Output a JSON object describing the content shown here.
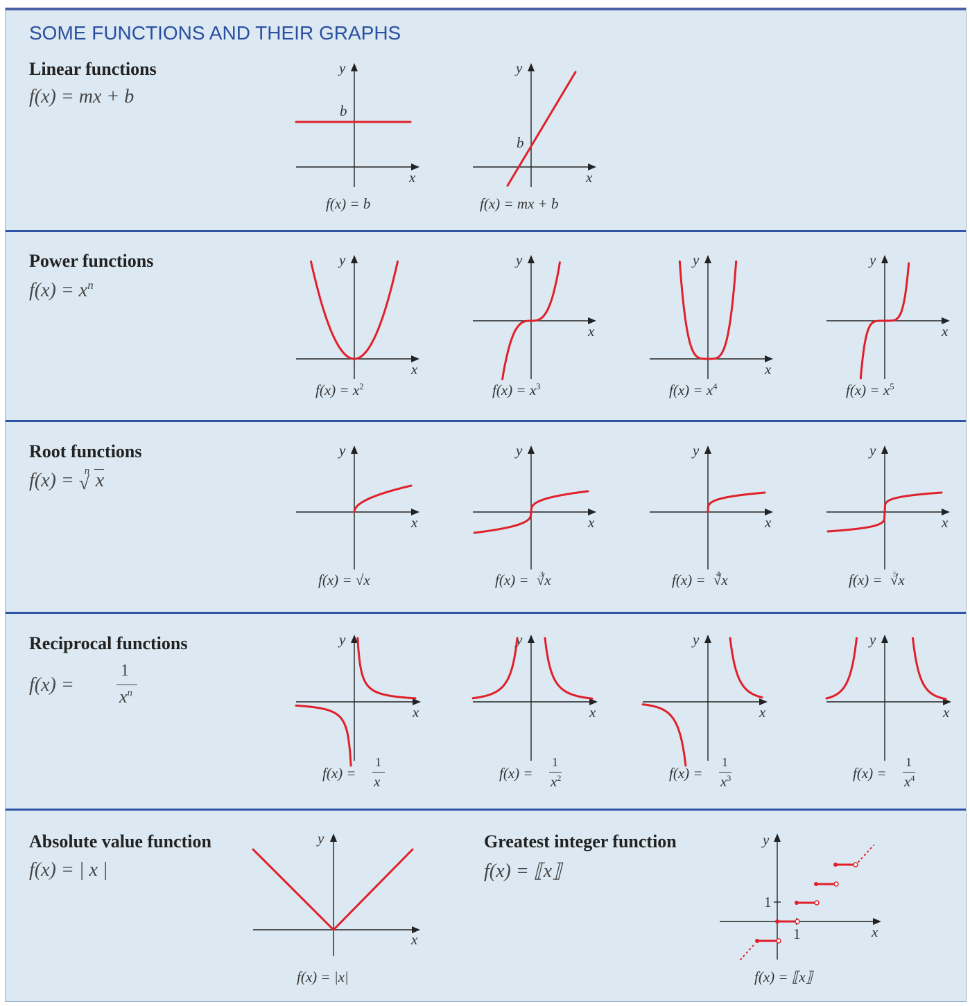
{
  "title": "SOME FUNCTIONS AND THEIR GRAPHS",
  "colors": {
    "accent": "#2a4fa0",
    "panel": "#dce9f2",
    "curve": "#e0202a",
    "separator": "#2f56a6"
  },
  "axis_labels": {
    "x": "x",
    "y": "y"
  },
  "linear": {
    "title": "Linear functions",
    "formula": "f(x) = mx + b",
    "marker": "b",
    "captions": [
      "f(x) = b",
      "f(x) = mx + b"
    ]
  },
  "power": {
    "title": "Power functions",
    "formula_base": "f(x) = x",
    "formula_exp": "n",
    "captions": [
      {
        "base": "f(x) = x",
        "exp": "2"
      },
      {
        "base": "f(x) = x",
        "exp": "3"
      },
      {
        "base": "f(x) = x",
        "exp": "4"
      },
      {
        "base": "f(x) = x",
        "exp": "5"
      }
    ]
  },
  "root": {
    "title": "Root functions",
    "formula_lhs": "f(x) = ",
    "formula_index": "n",
    "formula_radicand": "x",
    "captions": [
      {
        "lhs": "f(x) = ",
        "index": "",
        "radicand": "x"
      },
      {
        "lhs": "f(x) = ",
        "index": "3",
        "radicand": "x"
      },
      {
        "lhs": "f(x) = ",
        "index": "4",
        "radicand": "x"
      },
      {
        "lhs": "f(x) = ",
        "index": "5",
        "radicand": "x"
      }
    ]
  },
  "reciprocal": {
    "title": "Reciprocal functions",
    "formula_lhs": "f(x) = ",
    "formula_num": "1",
    "formula_den": "x",
    "formula_den_exp": "n",
    "captions": [
      {
        "lhs": "f(x) = ",
        "num": "1",
        "den": "x",
        "exp": ""
      },
      {
        "lhs": "f(x) = ",
        "num": "1",
        "den": "x",
        "exp": "2"
      },
      {
        "lhs": "f(x) = ",
        "num": "1",
        "den": "x",
        "exp": "3"
      },
      {
        "lhs": "f(x) = ",
        "num": "1",
        "den": "x",
        "exp": "4"
      }
    ]
  },
  "absolute": {
    "title": "Absolute value function",
    "formula": "f(x) = | x |",
    "caption": "f(x) = |x|"
  },
  "greatest_integer": {
    "title": "Greatest integer function",
    "formula": "f(x) = ⟦x⟧",
    "caption": "f(x) = ⟦x⟧",
    "tick_x": "1",
    "tick_y": "1"
  }
}
